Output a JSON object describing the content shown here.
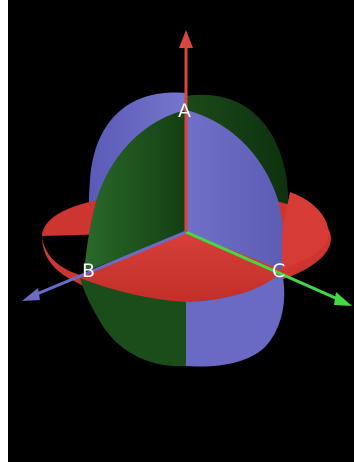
{
  "labels": {
    "a": "A",
    "b": "B",
    "c": "C"
  },
  "colors": {
    "background": "#000000",
    "plane_blue": "#6b6bc6",
    "plane_green": "#1d4f1d",
    "plane_red": "#d23a32",
    "axis_a": "#d8473f",
    "axis_b": "#6b6bc6",
    "axis_c": "#44d844"
  }
}
